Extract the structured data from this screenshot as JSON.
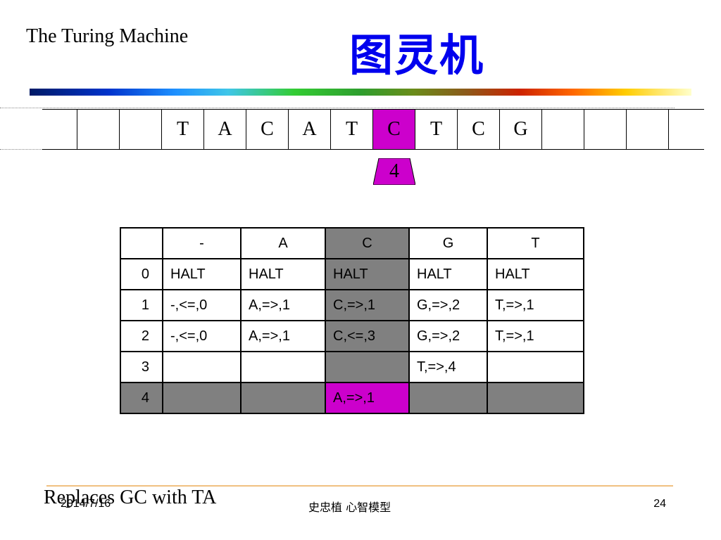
{
  "slide": {
    "title_en": "The Turing Machine",
    "title_cn": "图灵机"
  },
  "tape": {
    "cells": [
      "",
      "",
      "",
      "T",
      "A",
      "C",
      "A",
      "T",
      "C",
      "T",
      "C",
      "G",
      "",
      "",
      "",
      ""
    ],
    "head_index": 8,
    "head_state": "4",
    "highlight_color": "#cc00cc"
  },
  "rules_table": {
    "header": [
      "",
      "-",
      "A",
      "C",
      "G",
      "T"
    ],
    "rows": [
      [
        "0",
        "HALT",
        "HALT",
        "HALT",
        "HALT",
        "HALT"
      ],
      [
        "1",
        "-,<=,0",
        "A,=>,1",
        "C,=>,1",
        "G,=>,2",
        "T,=>,1"
      ],
      [
        "2",
        "-,<=,0",
        "A,=>,1",
        "C,<=,3",
        "G,=>,2",
        "T,=>,1"
      ],
      [
        "3",
        "",
        "",
        "",
        "T,=>,4",
        ""
      ],
      [
        "4",
        "",
        "",
        "A,=>,1",
        "",
        ""
      ]
    ],
    "highlight_column": "C",
    "highlight_row": "4",
    "gray_color": "#808080",
    "magenta_color": "#cc00cc"
  },
  "caption": "Replaces GC with TA",
  "footer": {
    "date": "2014/7/16",
    "author": "史忠植 心智模型",
    "page": "24"
  },
  "colors": {
    "title_cn": "#0000ee",
    "footer_line": "#f0c080"
  }
}
